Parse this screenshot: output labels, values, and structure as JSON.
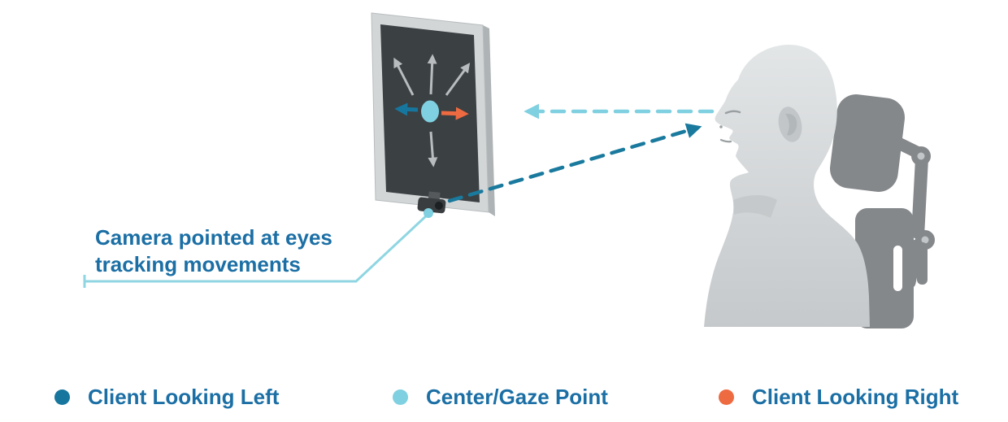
{
  "diagram": {
    "annotation": {
      "line1": "Camera pointed at eyes",
      "line2": "tracking movements"
    }
  },
  "legend": {
    "items": [
      {
        "label": "Client Looking Left",
        "color": "#17769e"
      },
      {
        "label": "Center/Gaze Point",
        "color": "#7fd0e0"
      },
      {
        "label": "Client Looking Right",
        "color": "#ee6a41"
      }
    ]
  },
  "colors": {
    "text": "#1b6fa5",
    "screen_bezel": "#d3d6d7",
    "screen_edge": "#aeb3b5",
    "screen_display": "#3b4043",
    "gaze_point": "#7fd0e0",
    "look_left_arrow": "#17769e",
    "look_right_arrow": "#ee6a41",
    "neutral_arrow": "#b8bcbe",
    "camera_beam": "#1a7a9e",
    "gaze_beam": "#7fd0e0",
    "connector": "#8fd6e2",
    "head": "#d3d6d7",
    "chair": "#85888b"
  }
}
